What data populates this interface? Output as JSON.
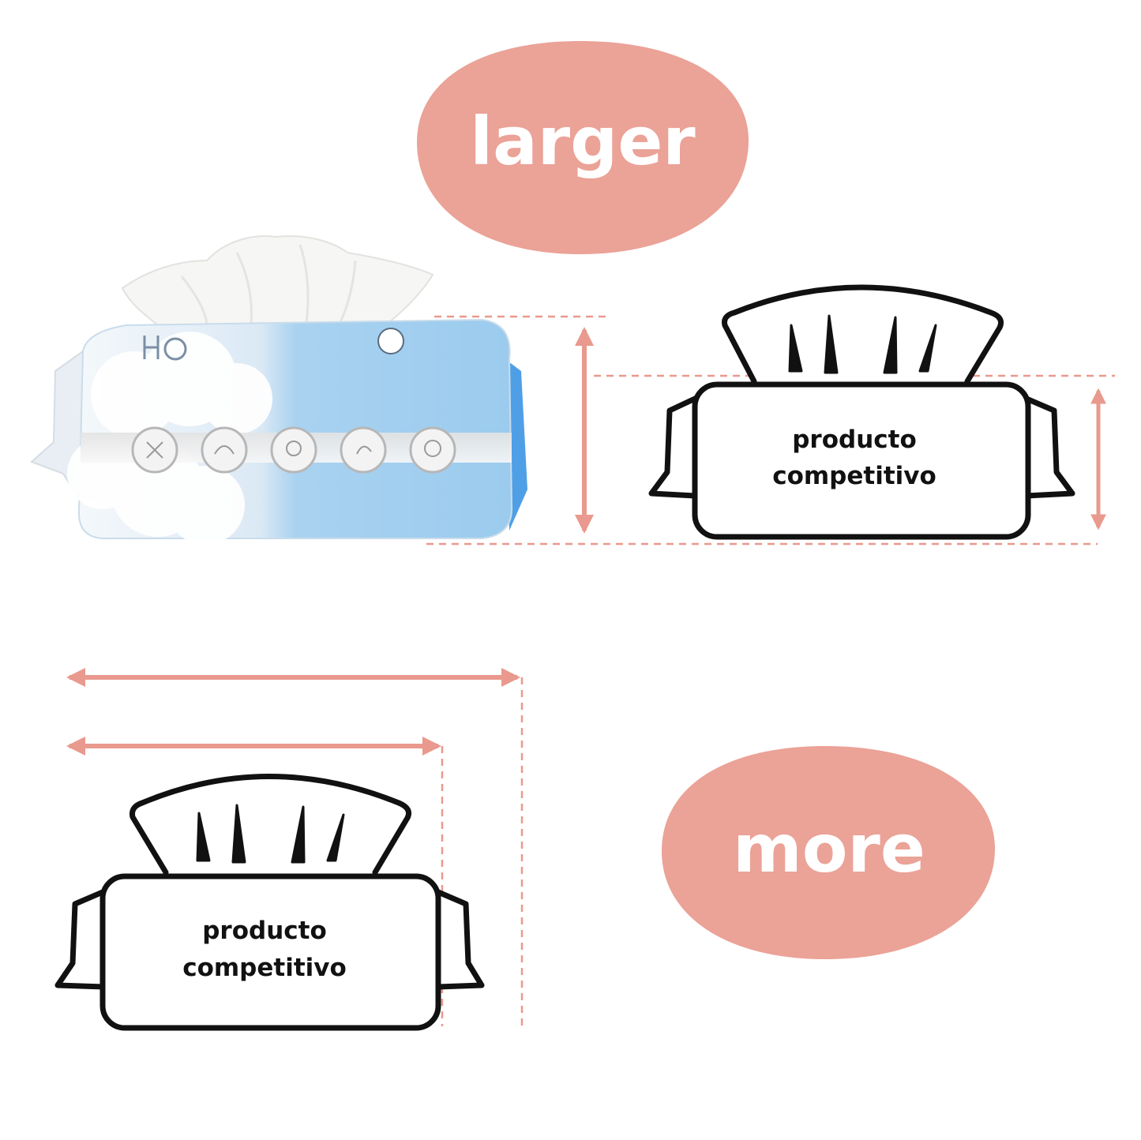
{
  "badges": {
    "top": "larger",
    "bottom": "more"
  },
  "comparison_box": {
    "line1": "producto",
    "line2": "competitivo"
  },
  "colors": {
    "accent": "#eba297",
    "accent_line": "#e9998d",
    "sky": "#9fcdee",
    "outline": "#111111"
  }
}
